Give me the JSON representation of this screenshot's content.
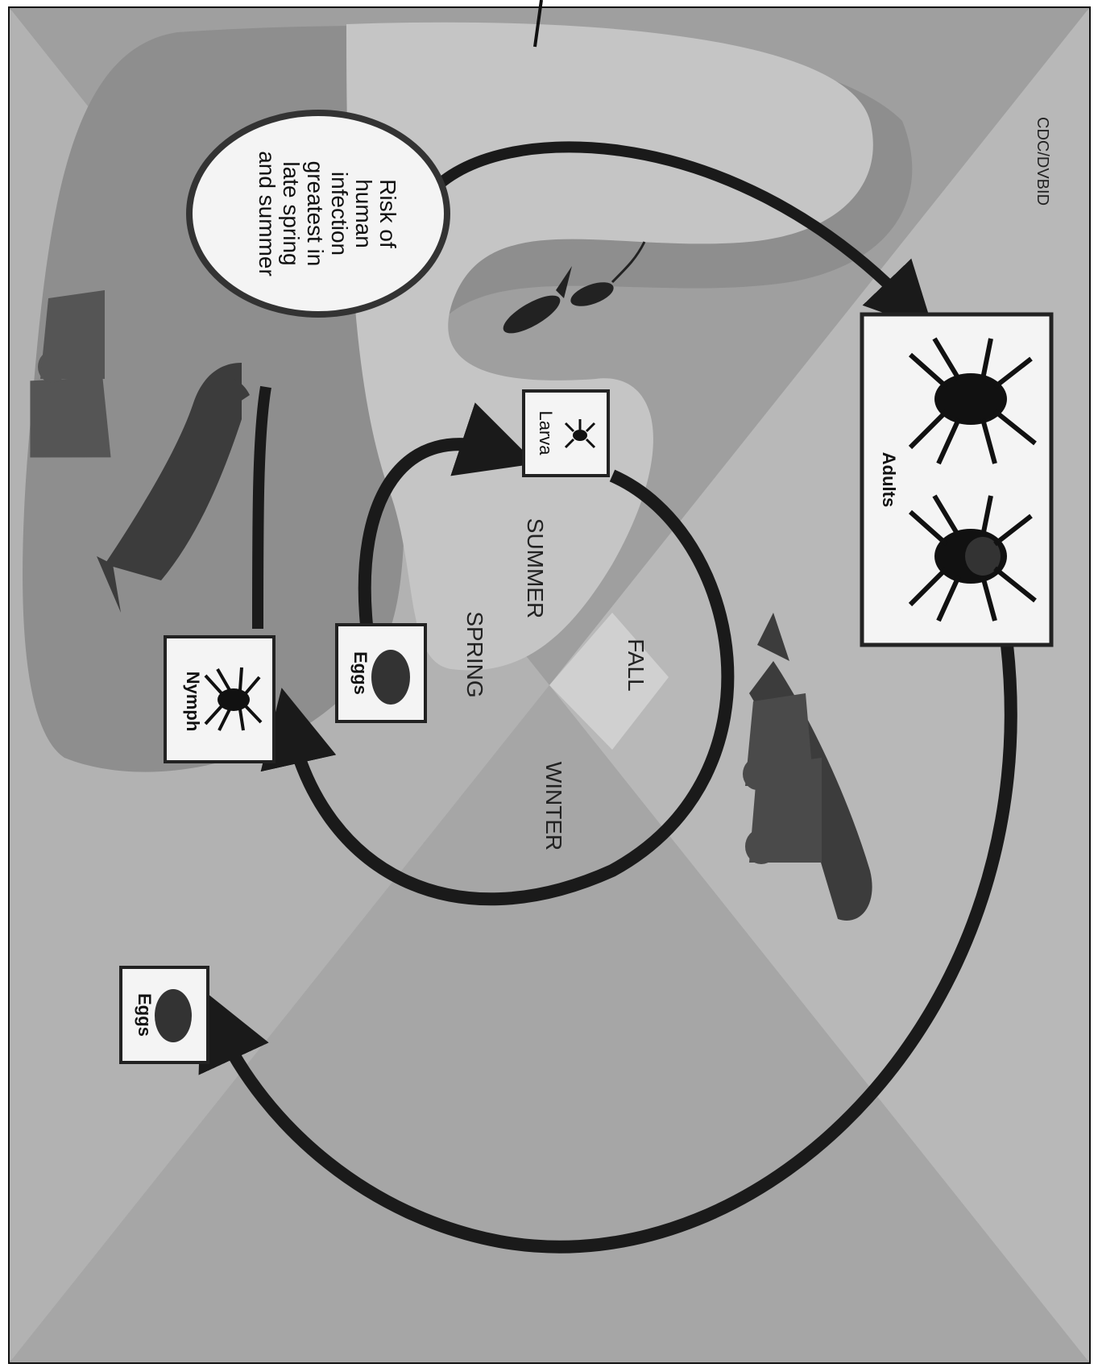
{
  "diagram": {
    "stages": {
      "eggs_top": "Eggs",
      "larva": "Larva",
      "nymph": "Nymph",
      "adults": "Adults",
      "eggs_bottom": "Eggs"
    },
    "seasons": {
      "spring": "SPRING",
      "summer": "SUMMER",
      "fall": "FALL",
      "winter": "WINTER"
    },
    "risk_note": {
      "line1": "Risk of",
      "line2": "human",
      "line3": "infection",
      "line4": "greatest in",
      "line5": "late spring",
      "line6": "and summer"
    },
    "credit": "CDC/DVBID",
    "icons": [
      "tick-icon",
      "egg-cluster-icon",
      "deer-icon",
      "people-icon",
      "bird-icon",
      "mouse-icon"
    ],
    "colors": {
      "background": "#a9a9a9",
      "center_wedge": "#c8c8c8",
      "lower_band": "#bdbdbd",
      "outer_band": "#8e8e8e",
      "arrow": "#1a1a1a",
      "box_fill": "#f4f4f4"
    }
  }
}
